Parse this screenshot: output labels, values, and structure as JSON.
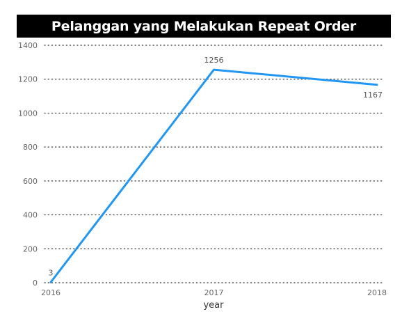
{
  "chart_data": {
    "type": "line",
    "title": "Pelanggan yang Melakukan Repeat Order",
    "xlabel": "year",
    "ylabel": "",
    "categories": [
      "2016",
      "2017",
      "2018"
    ],
    "series": [
      {
        "values": [
          3,
          1256,
          1167
        ],
        "color": "#2196f3"
      }
    ],
    "data_labels": [
      "3",
      "1256",
      "1167"
    ],
    "ylim": [
      0,
      1400
    ],
    "yticks": [
      0,
      200,
      400,
      600,
      800,
      1000,
      1200,
      1400
    ],
    "grid": "horizontal-dotted",
    "legend": "none"
  }
}
